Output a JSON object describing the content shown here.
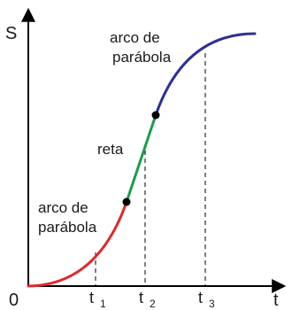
{
  "diagram": {
    "y_axis_label": "S",
    "x_axis_label": "t",
    "origin_label": "0",
    "ticks": [
      {
        "main": "t",
        "sub": "1"
      },
      {
        "main": "t",
        "sub": "2"
      },
      {
        "main": "t",
        "sub": "3"
      }
    ],
    "annotations": {
      "lower_arc": [
        "arco de",
        "parábola"
      ],
      "middle_segment": "reta",
      "upper_arc": [
        "arco de",
        "parábola"
      ]
    },
    "colors": {
      "lower_arc": "#e0282d",
      "middle_segment": "#16a04b",
      "upper_arc": "#2e3192",
      "axes": "#000000",
      "guides": "#000000"
    }
  }
}
